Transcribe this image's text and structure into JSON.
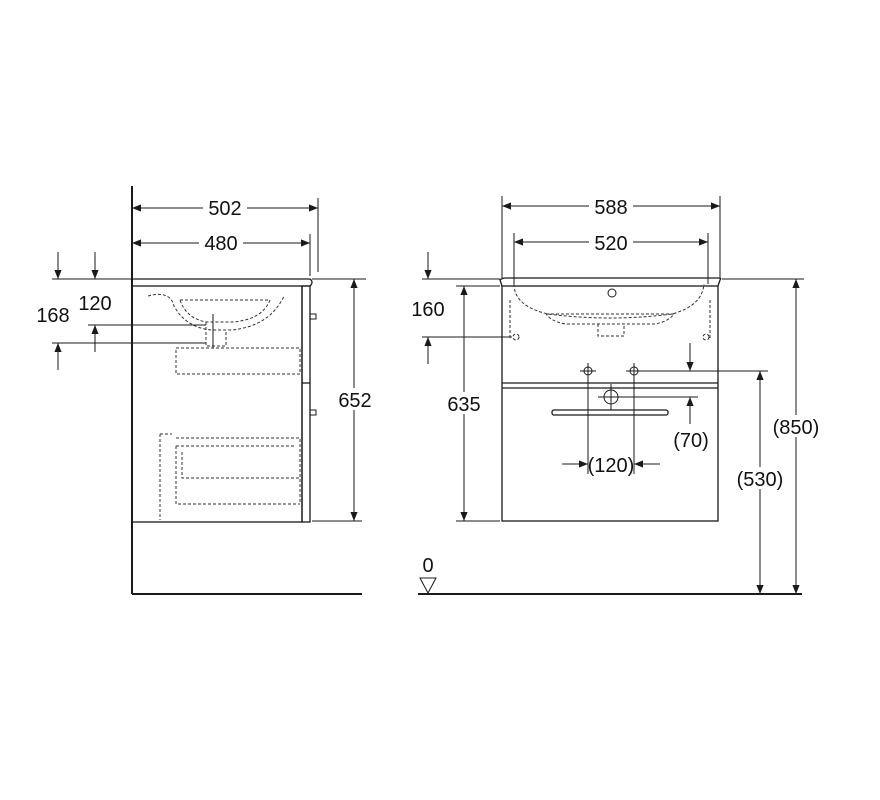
{
  "side_view": {
    "width_outer": "502",
    "width_inner": "480",
    "height_total": "652",
    "drain_upper": "120",
    "drain_lower": "168"
  },
  "front_view": {
    "width_outer": "588",
    "width_inner": "520",
    "height_front": "635",
    "top_offset": "160",
    "waste_spacing": "(120)",
    "waste_offset": "(70)",
    "waste_height": "(530)",
    "total_height": "(850)",
    "floor_ref": "0"
  }
}
